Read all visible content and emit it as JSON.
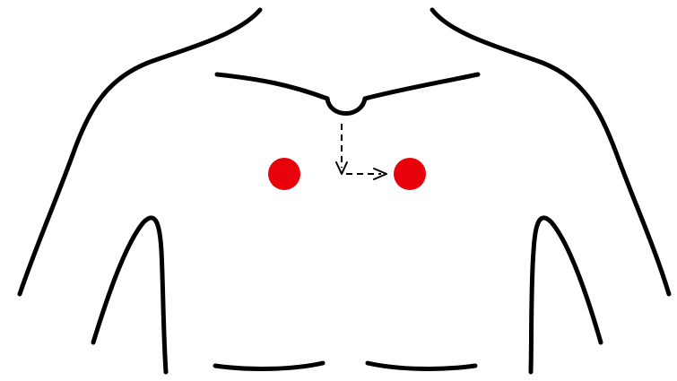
{
  "figure": {
    "background_color": "#ffffff",
    "outline_color": "#000000",
    "marker_color": "#e8000b",
    "guide_color": "#000000",
    "markers": [
      {
        "name": "right-marker",
        "color": "#e8000b"
      },
      {
        "name": "left-marker",
        "color": "#e8000b"
      }
    ],
    "guide": {
      "style": "dashed",
      "directions": [
        "down",
        "right"
      ]
    }
  }
}
